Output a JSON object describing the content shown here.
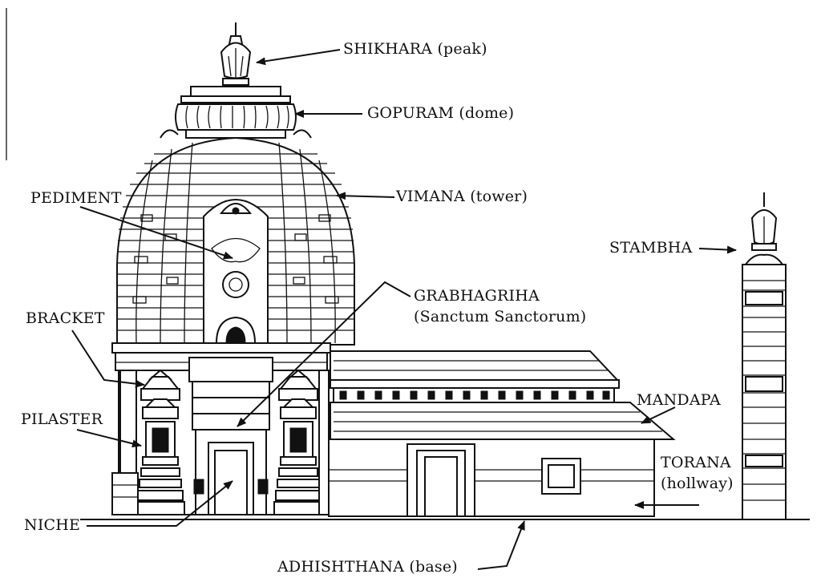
{
  "labels": {
    "shikhara": "SHIKHARA (peak)",
    "gopuram": "GOPURAM (dome)",
    "pediment": "PEDIMENT",
    "vimana": "VIMANA (tower)",
    "stambha": "STAMBHA",
    "grabhagriha_1": "GRABHAGRIHA",
    "grabhagriha_2": "(Sanctum Sanctorum)",
    "bracket": "BRACKET",
    "mandapa": "MANDAPA",
    "pilaster": "PILASTER",
    "torana_1": "TORANA",
    "torana_2": "(hollway)",
    "niche": "NICHE",
    "adhishthana": "ADHISHTHANA (base)"
  }
}
